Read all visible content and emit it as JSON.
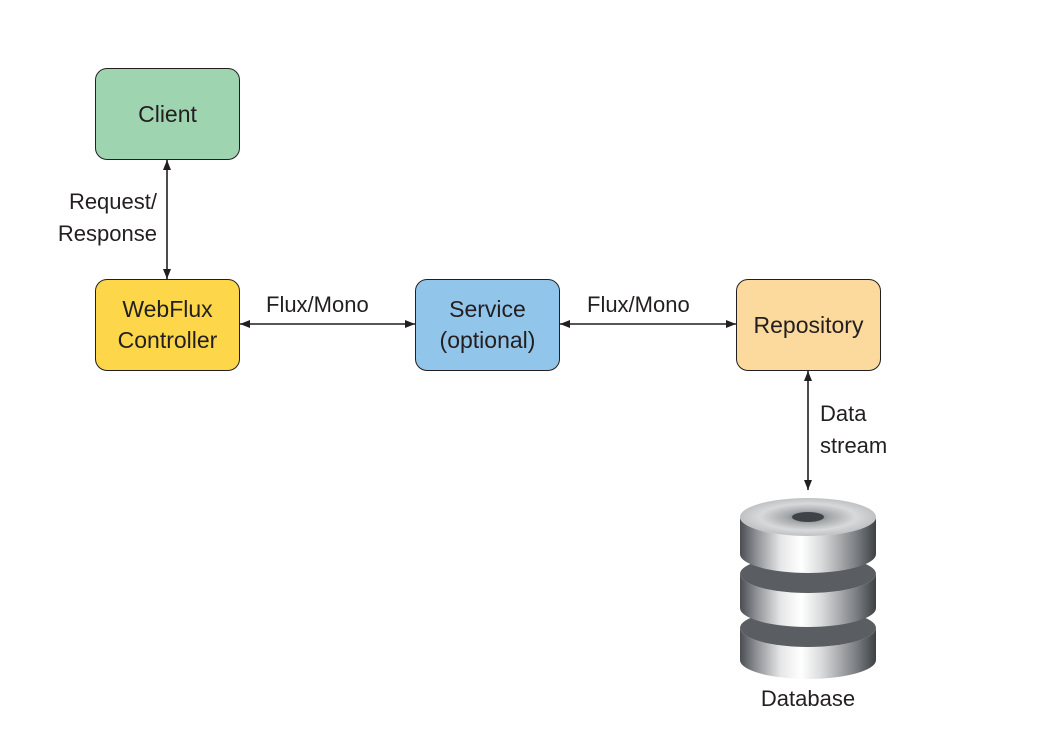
{
  "nodes": {
    "client": {
      "label": "Client",
      "color": "#9ed4b0"
    },
    "controller": {
      "line1": "WebFlux",
      "line2": "Controller",
      "color": "#fdd649"
    },
    "service": {
      "line1": "Service",
      "line2": "(optional)",
      "color": "#91c5ea"
    },
    "repository": {
      "label": "Repository",
      "color": "#fcd99c"
    },
    "database": {
      "label": "Database"
    }
  },
  "edges": {
    "client_controller": {
      "line1": "Request/",
      "line2": "Response"
    },
    "controller_service": {
      "label": "Flux/Mono"
    },
    "service_repository": {
      "label": "Flux/Mono"
    },
    "repository_database": {
      "line1": "Data",
      "line2": "stream"
    }
  }
}
